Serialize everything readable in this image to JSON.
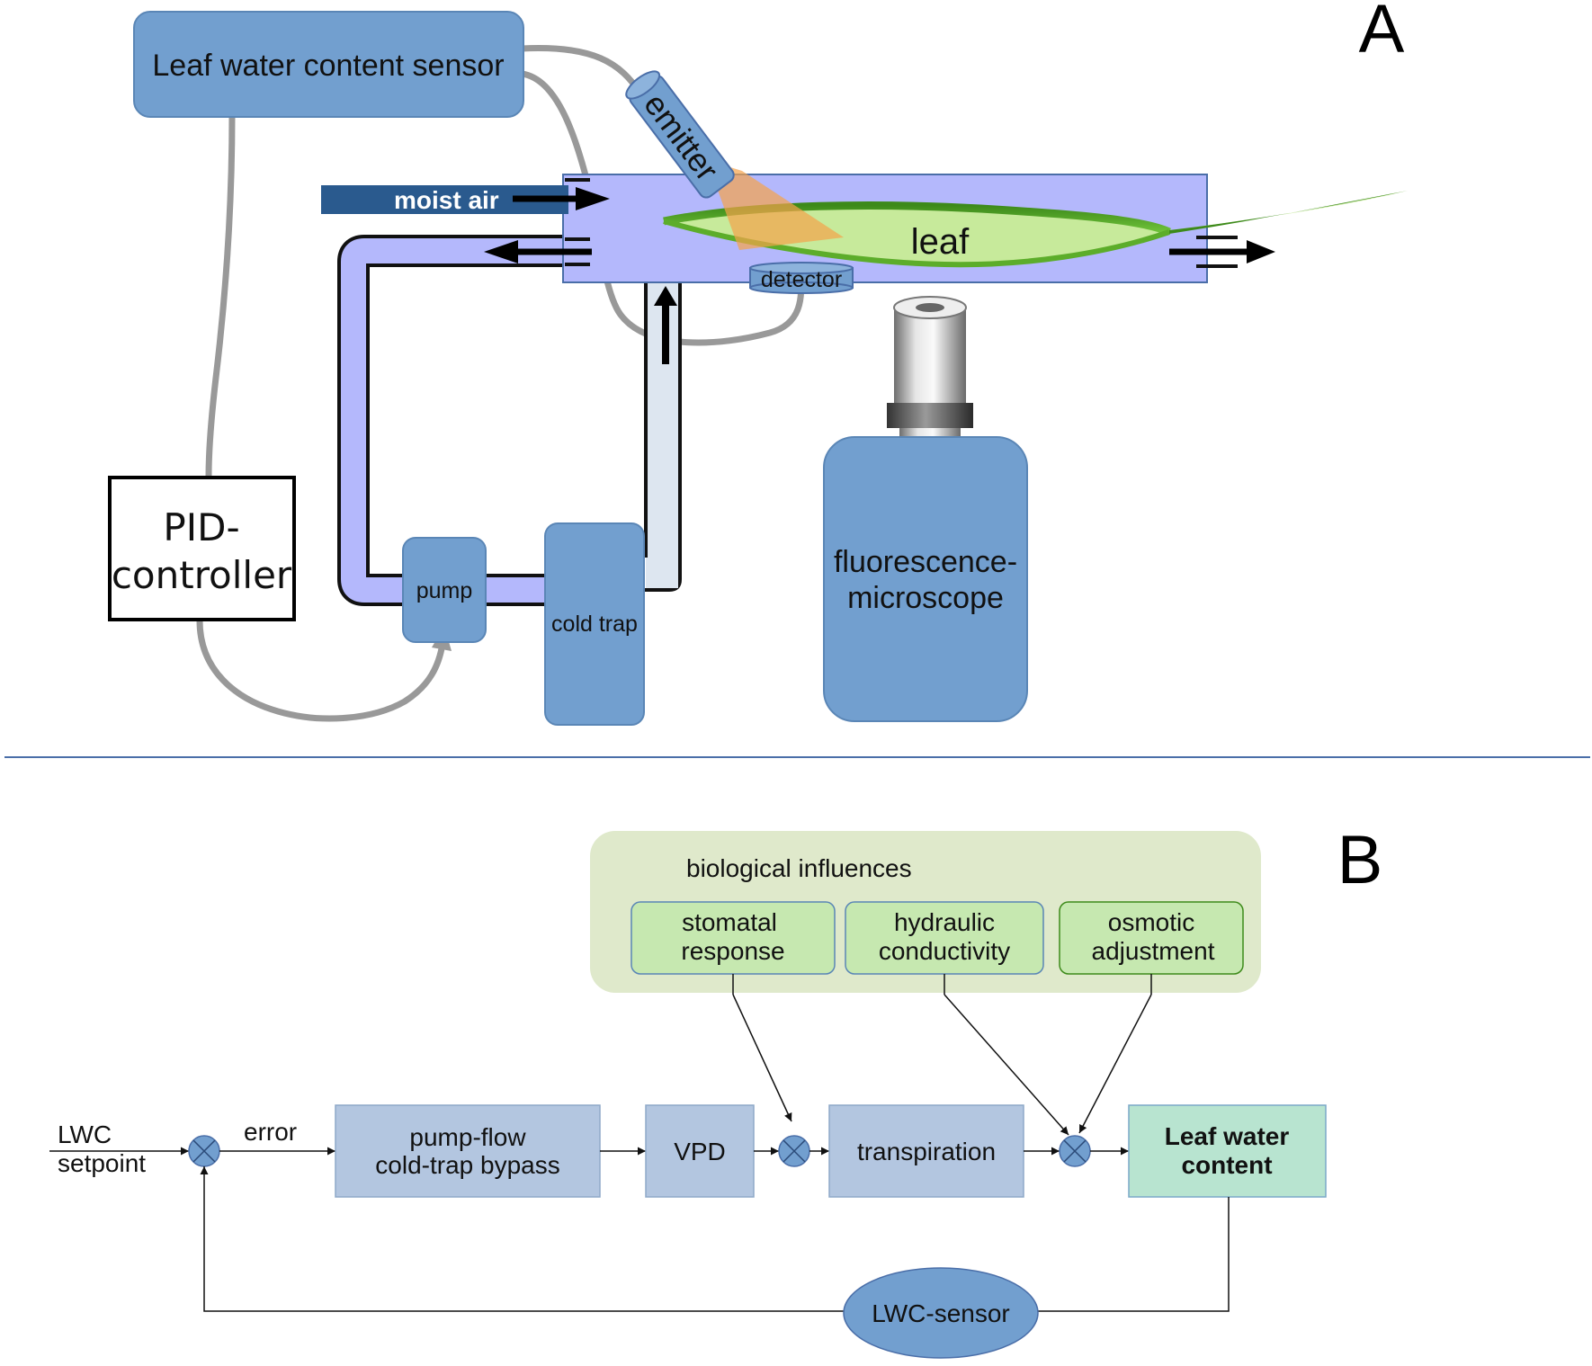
{
  "panel_a": {
    "letter": "A",
    "sensor_label": "Leaf water content sensor",
    "emitter_label": "emitter",
    "moist_air_label": "moist air",
    "leaf_label": "leaf",
    "detector_label": "detector",
    "pid_line1": "PID-",
    "pid_line2": "controller",
    "pump_label": "pump",
    "cold_trap_label": "cold trap",
    "microscope_line1": "fluorescence-",
    "microscope_line2": "microscope"
  },
  "panel_b": {
    "letter": "B",
    "bio_group_label": "biological influences",
    "stomatal_line1": "stomatal",
    "stomatal_line2": "response",
    "hydraulic_line1": "hydraulic",
    "hydraulic_line2": "conductivity",
    "osmotic_line1": "osmotic",
    "osmotic_line2": "adjustment",
    "setpoint_line1": "LWC",
    "setpoint_line2": "setpoint",
    "error_label": "error",
    "pump_line1": "pump-flow",
    "pump_line2": "cold-trap bypass",
    "vpd_label": "VPD",
    "transpiration_label": "transpiration",
    "lwc_line1": "Leaf water",
    "lwc_line2": "content",
    "sensor_label": "LWC-sensor"
  },
  "colors": {
    "device_blue": "#729fcf",
    "chamber_lavender": "#b4b8fc",
    "block_grey_blue": "#b3c6e0",
    "bio_background": "#dfe9cb",
    "bio_box": "#c6e8b0",
    "lwc_box": "#b8e4d0",
    "cable_grey": "#999999",
    "moist_air_dark": "#2a5a8e"
  }
}
